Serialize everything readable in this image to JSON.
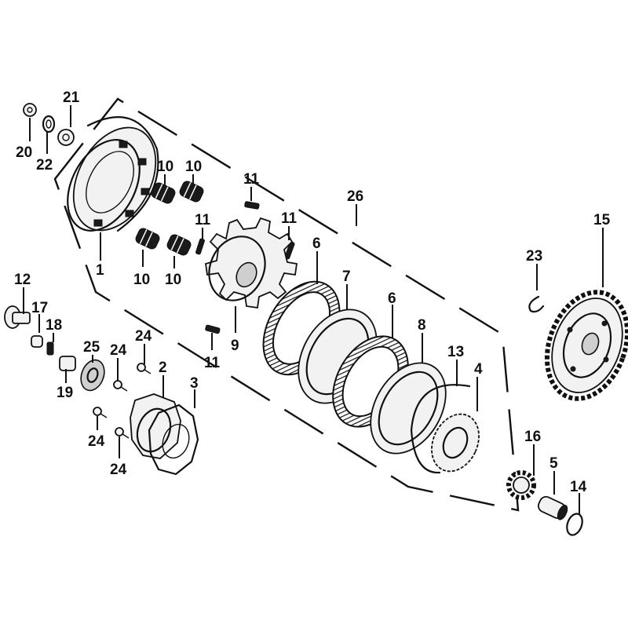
{
  "diagram": {
    "labels": [
      {
        "id": "1",
        "text": "1"
      },
      {
        "id": "2",
        "text": "2"
      },
      {
        "id": "3",
        "text": "3"
      },
      {
        "id": "4",
        "text": "4"
      },
      {
        "id": "5",
        "text": "5"
      },
      {
        "id": "6a",
        "text": "6"
      },
      {
        "id": "6b",
        "text": "6"
      },
      {
        "id": "7",
        "text": "7"
      },
      {
        "id": "8",
        "text": "8"
      },
      {
        "id": "9",
        "text": "9"
      },
      {
        "id": "10a",
        "text": "10"
      },
      {
        "id": "10b",
        "text": "10"
      },
      {
        "id": "10c",
        "text": "10"
      },
      {
        "id": "10d",
        "text": "10"
      },
      {
        "id": "11a",
        "text": "11"
      },
      {
        "id": "11b",
        "text": "11"
      },
      {
        "id": "11c",
        "text": "11"
      },
      {
        "id": "11d",
        "text": "11"
      },
      {
        "id": "12",
        "text": "12"
      },
      {
        "id": "13",
        "text": "13"
      },
      {
        "id": "14",
        "text": "14"
      },
      {
        "id": "15",
        "text": "15"
      },
      {
        "id": "16",
        "text": "16"
      },
      {
        "id": "17",
        "text": "17"
      },
      {
        "id": "18",
        "text": "18"
      },
      {
        "id": "19",
        "text": "19"
      },
      {
        "id": "20",
        "text": "20"
      },
      {
        "id": "21",
        "text": "21"
      },
      {
        "id": "22",
        "text": "22"
      },
      {
        "id": "23",
        "text": "23"
      },
      {
        "id": "24a",
        "text": "24"
      },
      {
        "id": "24b",
        "text": "24"
      },
      {
        "id": "24c",
        "text": "24"
      },
      {
        "id": "24d",
        "text": "24"
      },
      {
        "id": "25",
        "text": "25"
      },
      {
        "id": "26",
        "text": "26"
      }
    ]
  }
}
